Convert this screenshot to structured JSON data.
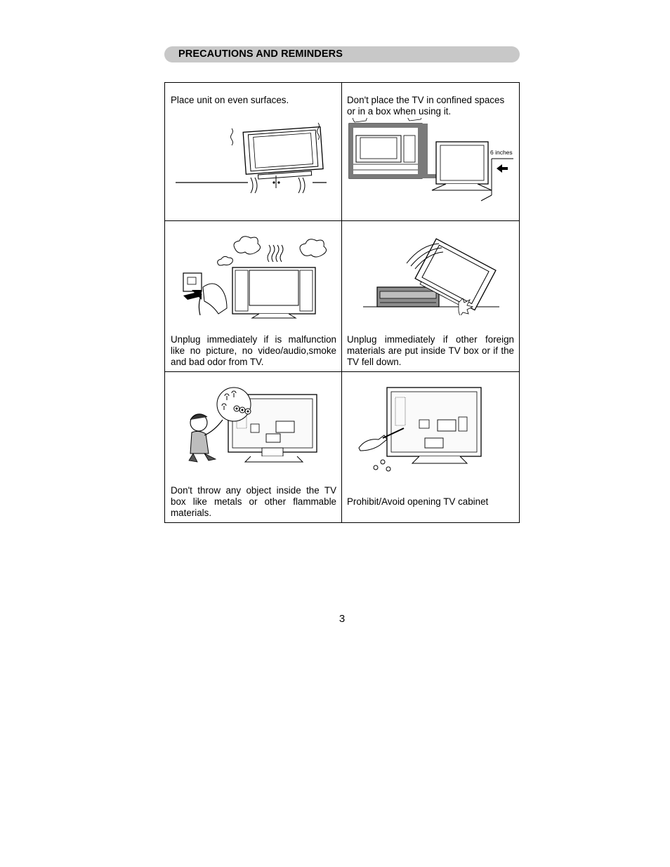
{
  "header": {
    "title": "PRECAUTIONS AND REMINDERS"
  },
  "cells": [
    {
      "text": "Place unit on even surfaces."
    },
    {
      "text": "Don't place the TV in confined spaces or in a box when using it.",
      "dimension_label": "6 inches"
    },
    {
      "text": "Unplug immediately if is malfunction like no picture, no video/audio,smoke and bad odor from TV."
    },
    {
      "text": "Unplug immediately if other foreign materials are put inside TV box or if the TV fell down."
    },
    {
      "text": "Don't throw any object inside the TV box like metals or other flammable materials."
    },
    {
      "text": "Prohibit/Avoid opening TV cabinet"
    }
  ],
  "page": {
    "number": "3"
  }
}
